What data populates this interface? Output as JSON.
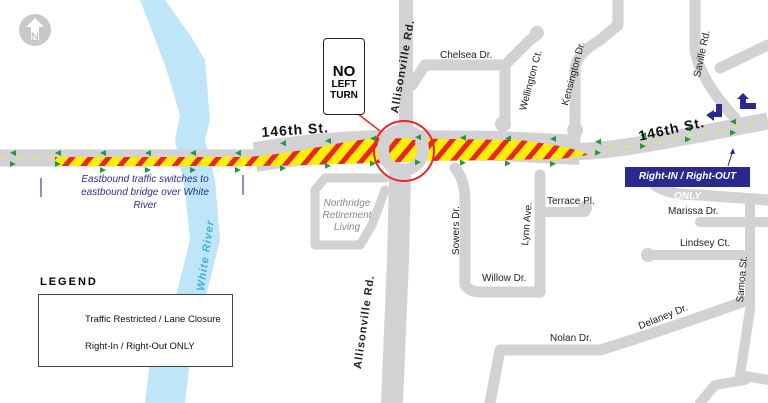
{
  "map": {
    "compass": {
      "icon": "north-arrow-icon",
      "label": "N"
    },
    "roads": {
      "main_street": "146th St.",
      "main_street_east": "146th St.",
      "allisonville_north": "Allisonville Rd.",
      "allisonville_south": "Allisonville Rd.",
      "chelsea": "Chelsea Dr.",
      "wellington": "Wellington Ct.",
      "kensington": "Kensington Dr.",
      "saville": "Saville Rd.",
      "sowers": "Sowers Dr.",
      "lynn": "Lynn Ave.",
      "terrace": "Terrace Pl.",
      "willow": "Willow Dr.",
      "marissa": "Marissa Dr.",
      "lindsey": "Lindsey Ct.",
      "samoa": "Samoa St.",
      "delaney": "Delaney Dr.",
      "nolan": "Nolan Dr."
    },
    "river": "White River",
    "place": "Northridge Retirement Living",
    "note": "Eastbound traffic switches to eastbound bridge over White River",
    "sign": {
      "line1": "NO",
      "line2": "LEFT",
      "line3": "TURN",
      "icon": "no-left-turn-icon"
    },
    "callout": "Right-IN / Right-OUT ONLY",
    "colors": {
      "road": "#d2d2d4",
      "river": "#bfe6f8",
      "closure_yellow": "#ffee00",
      "closure_red": "#e8252a",
      "arrow_green": "#1f9a3c",
      "accent_navy": "#2a2a8e"
    }
  },
  "legend": {
    "title": "LEGEND",
    "items": [
      {
        "icon": "lane-closure-hatch-icon",
        "label": "Traffic Restricted / Lane Closure"
      },
      {
        "icon": "right-in-right-out-icon",
        "label": "Right-In / Right-Out ONLY"
      }
    ]
  }
}
